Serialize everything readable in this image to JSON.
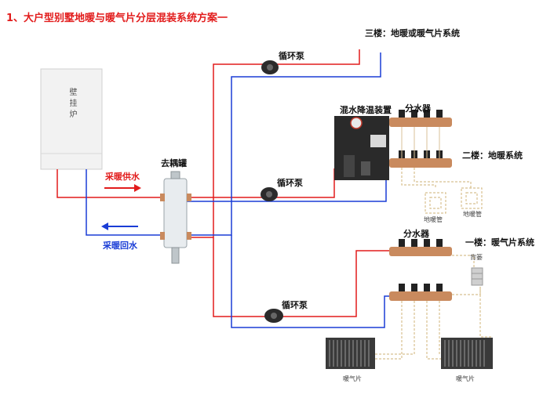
{
  "title": "1、大户型别墅地暖与暖气片分层混装系统方案一",
  "labels": {
    "boiler": "壁挂炉",
    "separator": "去耦罐",
    "supply": "采暖供水",
    "return": "采暖回水",
    "pump": "循环泵",
    "mixing_unit": "混水降温装置",
    "manifold": "分水器",
    "floor3": "三楼：地暖或暖气片系统",
    "floor2": "二楼：地暖系统",
    "floor1": "一楼：暖气片系统",
    "floor_pipe": "地暖管",
    "radiator": "暖气片",
    "towel_rack": "背篓"
  },
  "colors": {
    "supply": "#e21c1c",
    "return": "#1a3dd6",
    "brass": "#c98a5e"
  }
}
